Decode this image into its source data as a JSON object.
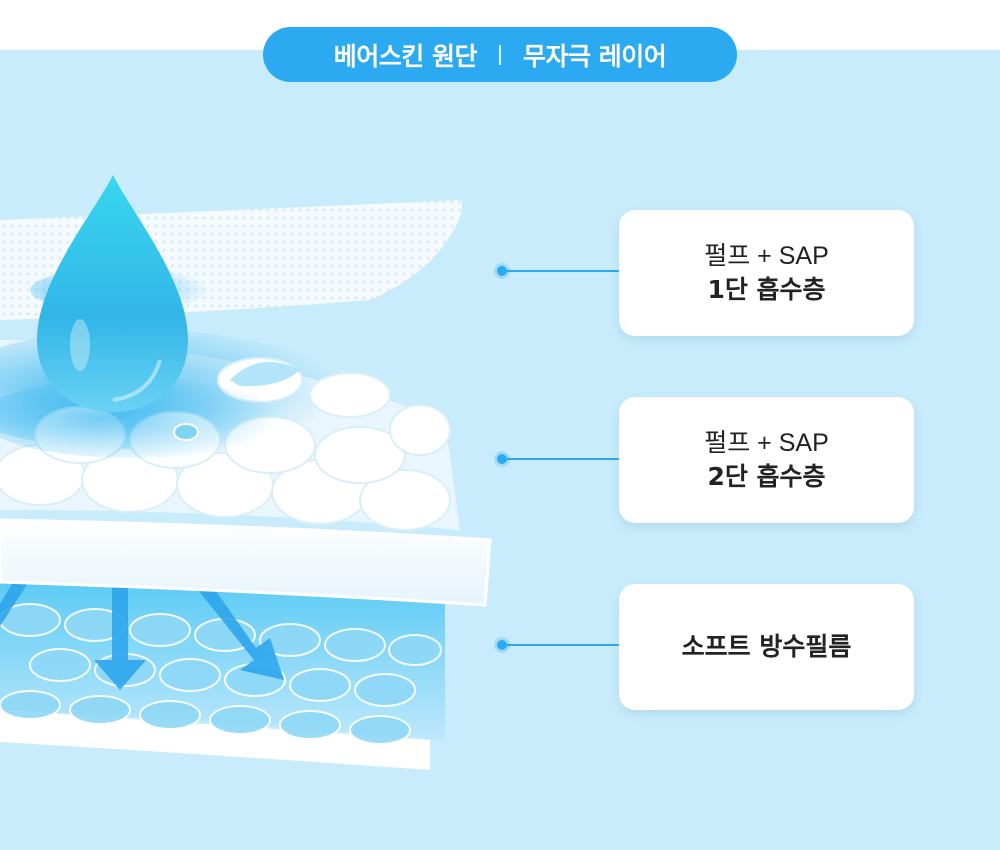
{
  "header": {
    "left_text": "베어스킨 원단",
    "right_text": "무자극 레이어"
  },
  "layers": [
    {
      "line1": "펄프 + SAP",
      "line2": "1단 흡수층"
    },
    {
      "line1": "펄프 + SAP",
      "line2": "2단 흡수층"
    },
    {
      "line1": "소프트 방수필름",
      "line2": ""
    }
  ],
  "colors": {
    "accent": "#2ba9f1",
    "background": "#c8ecfb",
    "card": "#ffffff"
  },
  "icons": [
    "water-drop-icon",
    "arrow-down-icon"
  ]
}
